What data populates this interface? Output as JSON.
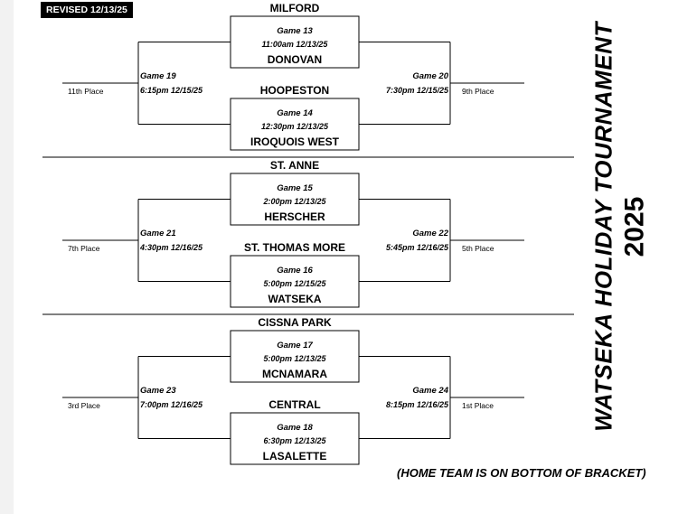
{
  "header": {
    "revised": "REVISED 12/13/25"
  },
  "title": {
    "line1": "WATSEKA HOLIDAY TOURNAMENT",
    "line2": "2025"
  },
  "footnote": "(HOME TEAM IS ON BOTTOM OF BRACKET)",
  "brackets": [
    {
      "games": [
        {
          "name": "Game 13",
          "time": "11:00am  12/13/25",
          "top_team": "MILFORD",
          "bottom_team": "DONOVAN"
        },
        {
          "name": "Game 14",
          "time": "12:30pm  12/13/25",
          "top_team": "HOOPESTON",
          "bottom_team": "IROQUOIS WEST"
        }
      ],
      "left": {
        "name": "Game 19",
        "time": "6:15pm  12/15/25",
        "place": "11th Place"
      },
      "right": {
        "name": "Game 20",
        "time": "7:30pm  12/15/25",
        "place": "9th Place"
      }
    },
    {
      "games": [
        {
          "name": "Game 15",
          "time": "2:00pm  12/13/25",
          "top_team": "ST. ANNE",
          "bottom_team": "HERSCHER"
        },
        {
          "name": "Game 16",
          "time": "5:00pm  12/15/25",
          "top_team": "ST. THOMAS MORE",
          "bottom_team": "WATSEKA"
        }
      ],
      "left": {
        "name": "Game 21",
        "time": "4:30pm  12/16/25",
        "place": "7th Place"
      },
      "right": {
        "name": "Game 22",
        "time": "5:45pm  12/16/25",
        "place": "5th Place"
      }
    },
    {
      "games": [
        {
          "name": "Game 17",
          "time": "5:00pm  12/13/25",
          "top_team": "CISSNA PARK",
          "bottom_team": "MCNAMARA"
        },
        {
          "name": "Game 18",
          "time": "6:30pm  12/13/25",
          "top_team": "CENTRAL",
          "bottom_team": "LASALETTE"
        }
      ],
      "left": {
        "name": "Game 23",
        "time": "7:00pm  12/16/25",
        "place": "3rd Place"
      },
      "right": {
        "name": "Game 24",
        "time": "8:15pm  12/16/25",
        "place": "1st Place"
      }
    }
  ]
}
